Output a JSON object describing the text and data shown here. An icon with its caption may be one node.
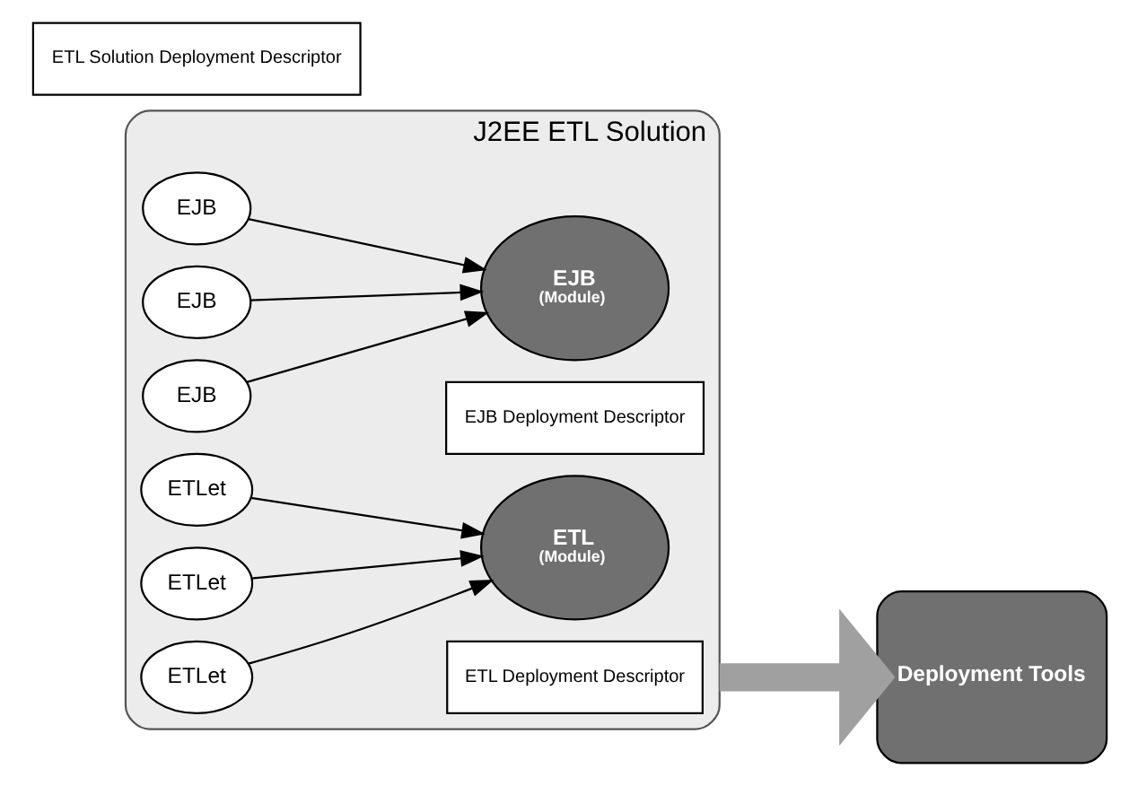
{
  "diagram": {
    "nodes": [
      {
        "text": [
          "J2EE ETL Solution"
        ]
      },
      {
        "text": [
          "EJB"
        ],
        "in": 0
      },
      {
        "text": [
          "EJB"
        ],
        "in": 0
      },
      {
        "text": [
          "EJB"
        ],
        "in": 0
      },
      {
        "text": [
          "EJB",
          "(Module)"
        ],
        "in": 0
      },
      {
        "text": [
          "EJB Deployment Descriptor"
        ],
        "in": 0
      },
      {
        "text": [
          "ETLet"
        ],
        "in": 0
      },
      {
        "text": [
          "ETLet"
        ],
        "in": 0
      },
      {
        "text": [
          "ETLet"
        ],
        "in": 0
      },
      {
        "text": [
          "ETL",
          "(Module)"
        ],
        "in": 0
      },
      {
        "text": [
          "ETL Deployment Descriptor"
        ],
        "in": 0
      },
      {
        "text": [
          "ETL Solution Deployment Descriptor"
        ]
      },
      {
        "text": [
          "Deployment Tools"
        ]
      }
    ],
    "edges": [
      {
        "from": 1,
        "to": 4,
        "arrow": "to"
      },
      {
        "from": 2,
        "to": 4,
        "arrow": "to"
      },
      {
        "from": 3,
        "to": 4,
        "arrow": "to"
      },
      {
        "from": 6,
        "to": 9,
        "arrow": "to"
      },
      {
        "from": 7,
        "to": 9,
        "arrow": "to"
      },
      {
        "from": 8,
        "to": 9,
        "arrow": "to"
      },
      {
        "from": 0,
        "to": 12,
        "arrow": "to",
        "style": "thick",
        "color": "#a0a0a0"
      }
    ]
  }
}
